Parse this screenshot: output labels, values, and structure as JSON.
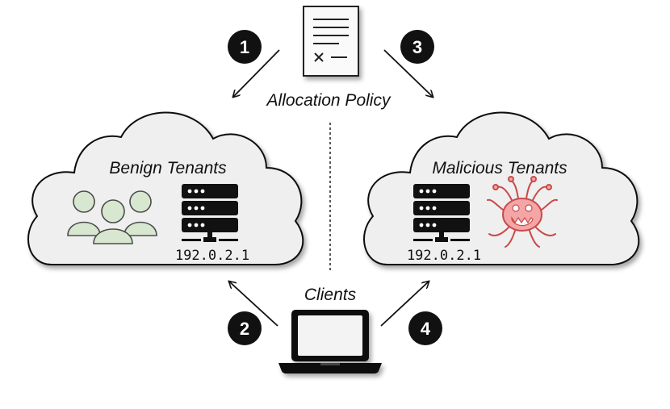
{
  "policy": {
    "label": "Allocation Policy"
  },
  "benign": {
    "label": "Benign Tenants",
    "ip": "192.0.2.1"
  },
  "malicious": {
    "label": "Malicious Tenants",
    "ip": "192.0.2.1"
  },
  "clients": {
    "label": "Clients"
  },
  "steps": [
    "1",
    "2",
    "3",
    "4"
  ],
  "colors": {
    "cloud_fill": "#efefef",
    "people_fill": "#d8e8d0",
    "monster_fill": "#f4a6a6",
    "badge": "#111111"
  }
}
